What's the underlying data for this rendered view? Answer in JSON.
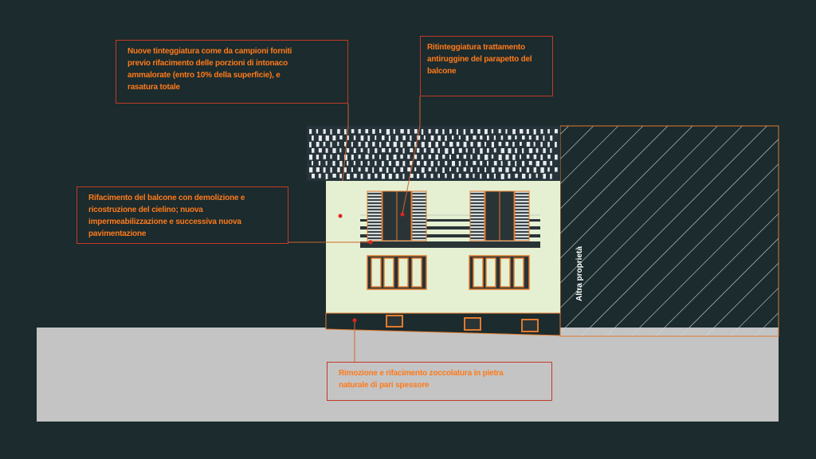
{
  "notes": {
    "painting": "Nuove tinteggiatura come da campioni forniti\nprevio rifacimento delle porzioni di intonaco\nammalorate (entro 10% della superficie), e\nrasatura totale",
    "railing": "Ritinteggiatura trattamento\nantiruggine del parapetto del\nbalcone",
    "balcony": "Rifacimento del balcone con demolizione e\nricostruzione del cielino; nuova\nimpermeabilizzazione e successiva nuova\npavimentazione",
    "plinth": "Rimozione e rifacimento zoccolatura in pietra\nnaturale di pari spessore"
  },
  "neighbour_label": "Altra proprietà",
  "colors": {
    "background": "#1b2b2e",
    "facade": "#e5f0d2",
    "ground": "#c4c4c4",
    "leader": "#d0662a",
    "note_border": "#c23a26",
    "note_text": "#ff7a1a",
    "frame": "#e07a2e",
    "railing": "#2a3437",
    "roof_tiles": "#e8ecee",
    "hatch": "#cfd6d8"
  }
}
